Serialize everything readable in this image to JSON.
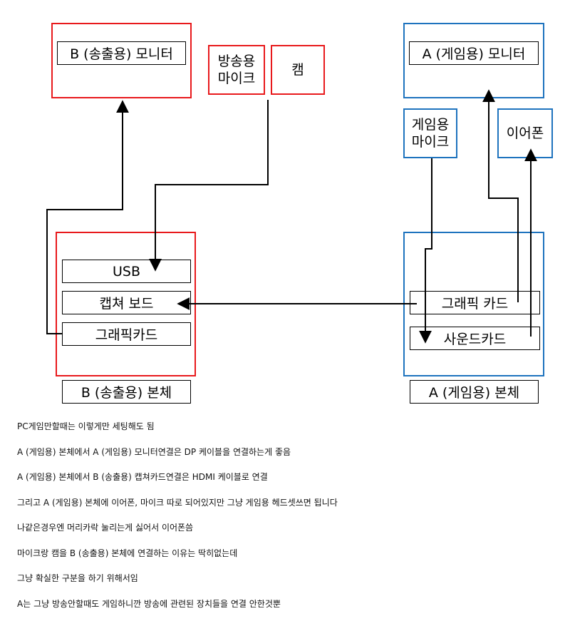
{
  "diagram": {
    "b_monitor": "B (송출용) 모니터",
    "broadcast_mic": "방송용\n마이크",
    "cam": "캠",
    "a_monitor": "A (게임용) 모니터",
    "game_mic": "게임용\n마이크",
    "earphone": "이어폰",
    "b_usb": "USB",
    "b_capture": "캡쳐 보드",
    "b_graphic": "그래픽카드",
    "b_body": "B (송출용) 본체",
    "a_graphic": "그래픽 카드",
    "a_sound": "사운드카드",
    "a_body": "A (게임용) 본체",
    "border_red": "#e8191c",
    "border_blue": "#1e73be"
  },
  "notes": [
    "PC게임만할때는 이렇게만 세팅해도 됨",
    "A (게임용) 본체에서 A (게임용) 모니터연결은 DP 케이블을 연결하는게 좋음",
    "A (게임용) 본체에서 B (송출용) 캡쳐카드연결은 HDMI 케이블로 연결",
    "그리고 A (게임용) 본체에 이어폰, 마이크 따로 되어있지만 그냥 게임용 헤드셋쓰면 됩니다",
    "나같은경우엔 머리카락 눌리는게 싫어서 이어폰씀",
    "마이크랑 캠을 B (송출용) 본체에 연결하는 이유는 딱히없는데",
    "그냥 확실한 구분을 하기 위해서임",
    "A는 그냥 방송안할때도 게임하니깐 방송에 관련된 장치들을 연결 안한것뿐"
  ]
}
